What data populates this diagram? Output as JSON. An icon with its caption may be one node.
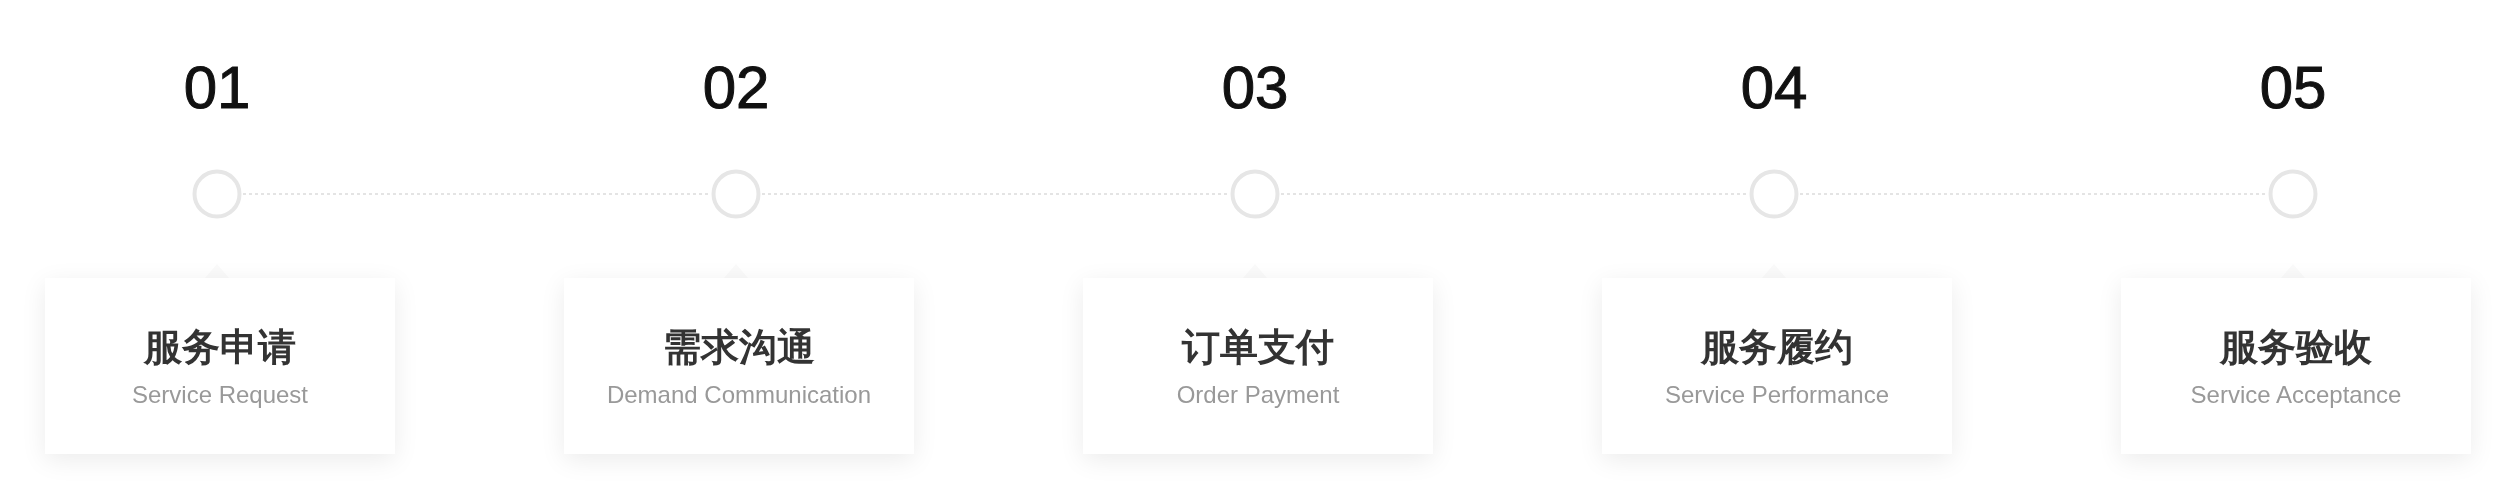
{
  "diagram": {
    "nodes": [
      {
        "text": [],
        "shape": "circle",
        "beside": [
          "01"
        ]
      },
      {
        "text": [],
        "shape": "circle",
        "beside": [
          "02"
        ]
      },
      {
        "text": [],
        "shape": "circle",
        "beside": [
          "03"
        ]
      },
      {
        "text": [],
        "shape": "circle",
        "beside": [
          "04"
        ]
      },
      {
        "text": [],
        "shape": "circle",
        "beside": [
          "05"
        ]
      },
      {
        "text": [
          "服务申请",
          "Service Request"
        ]
      },
      {
        "text": [
          "需求沟通",
          "Demand Communication"
        ]
      },
      {
        "text": [
          "订单支付",
          "Order Payment"
        ]
      },
      {
        "text": [
          "服务履约",
          "Service Performance"
        ]
      },
      {
        "text": [
          "服务验收",
          "Service Acceptance"
        ]
      }
    ],
    "edges": [
      {
        "from": 0,
        "to": 1,
        "arrow": "none",
        "style": "dashed"
      },
      {
        "from": 1,
        "to": 2,
        "arrow": "none",
        "style": "dashed"
      },
      {
        "from": 2,
        "to": 3,
        "arrow": "none",
        "style": "dashed"
      },
      {
        "from": 3,
        "to": 4,
        "arrow": "none",
        "style": "dashed"
      }
    ]
  }
}
